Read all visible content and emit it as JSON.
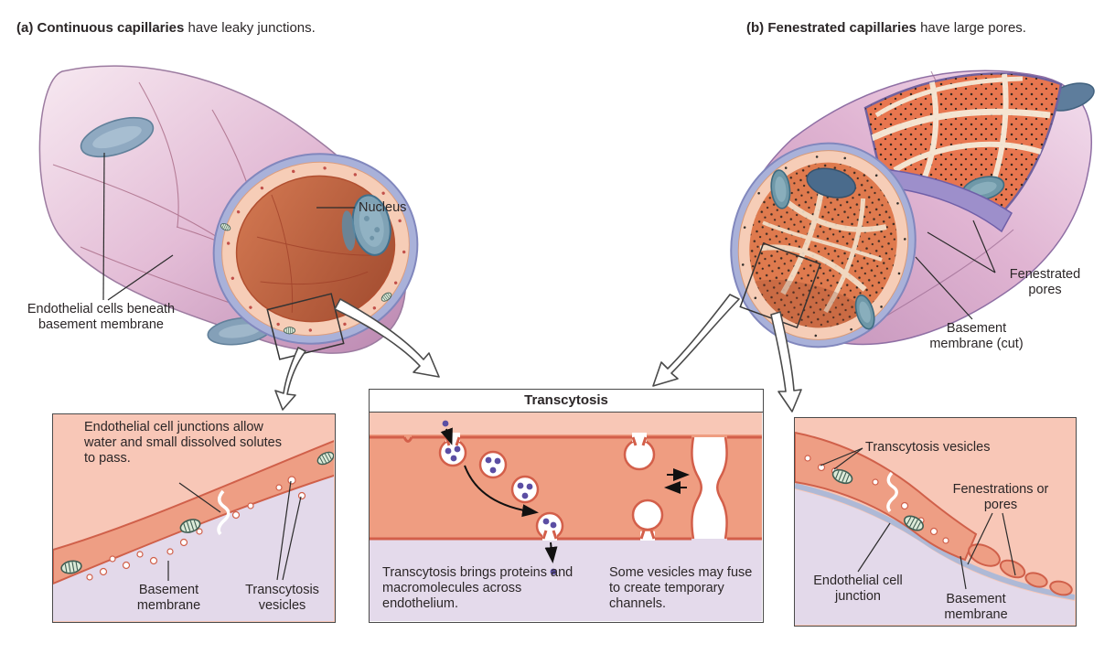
{
  "titles": {
    "a_prefix": "(a) ",
    "a_bold": "Continuous capillaries",
    "a_rest": " have leaky junctions.",
    "b_prefix": "(b) ",
    "b_bold": "Fenestrated capillaries",
    "b_rest": " have large pores."
  },
  "capillary_a": {
    "labels": {
      "nucleus": "Nucleus",
      "endothelial_cells": "Endothelial cells beneath basement membrane"
    }
  },
  "capillary_b": {
    "labels": {
      "fenestrated_pores": "Fenestrated pores",
      "basement_membrane_cut": "Basement membrane (cut)"
    }
  },
  "inset_left": {
    "annotation": "Endothelial cell junctions allow water and small dissolved solutes to pass.",
    "basement_membrane": "Basement membrane",
    "transcytosis_vesicles": "Transcytosis vesicles"
  },
  "inset_center": {
    "title": "Transcytosis",
    "caption_left": "Transcytosis brings proteins and macromolecules across endothelium.",
    "caption_right": "Some vesicles may fuse to create temporary channels."
  },
  "inset_right": {
    "transcytosis_vesicles": "Transcytosis vesicles",
    "fenestrations": "Fenestrations or pores",
    "endothelial_junction": "Endothelial cell junction",
    "basement_membrane": "Basement membrane"
  },
  "colors": {
    "lumen_pink": "#f8c7b6",
    "endothelium_salmon": "#ef9d81",
    "membrane_red": "#d35f4a",
    "interstitial_lavender": "#e4daeb",
    "basement_blue": "#aeb9d6",
    "vesicle_dot_purple": "#5b4ea3",
    "nucleus_blue": "#7fa2b5",
    "tube_mauve": "#c08cb4",
    "lumen_interior": "#c2603e",
    "text": "#2b2627"
  }
}
